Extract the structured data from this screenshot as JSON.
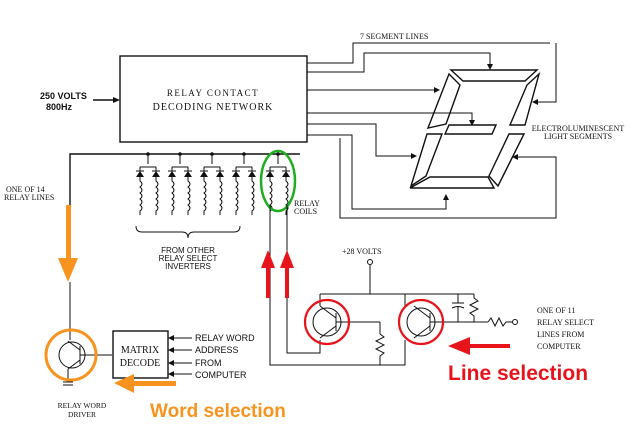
{
  "labels": {
    "source_voltage": "250 VOLTS",
    "source_freq": "800Hz",
    "decoder_line1": "RELAY CONTACT",
    "decoder_line2": "DECODING NETWORK",
    "segment_lines": "7 SEGMENT LINES",
    "segments_line1": "ELECTROLUMINESCENT",
    "segments_line2": "LIGHT SEGMENTS",
    "relay_lines_line1": "ONE OF 14",
    "relay_lines_line2": "RELAY LINES",
    "relay_coils_line1": "RELAY",
    "relay_coils_line2": "COILS",
    "inverters_line1": "FROM OTHER",
    "inverters_line2": "RELAY SELECT",
    "inverters_line3": "INVERTERS",
    "supply": "+28 VOLTS",
    "select_lines": [
      "ONE OF 11",
      "RELAY SELECT",
      "LINES FROM",
      "COMPUTER"
    ],
    "matrix_line1": "MATRIX",
    "matrix_line2": "DECODE",
    "word_address": [
      "RELAY WORD",
      "ADDRESS",
      "FROM",
      "COMPUTER"
    ],
    "driver_line1": "RELAY WORD",
    "driver_line2": "DRIVER"
  },
  "annotations": {
    "word_selection": "Word selection",
    "line_selection": "Line selection"
  },
  "colors": {
    "word_selection": "#f7931e",
    "line_selection": "#e8141c",
    "relay_highlight": "#1fae1f",
    "line_art": "#111111"
  }
}
